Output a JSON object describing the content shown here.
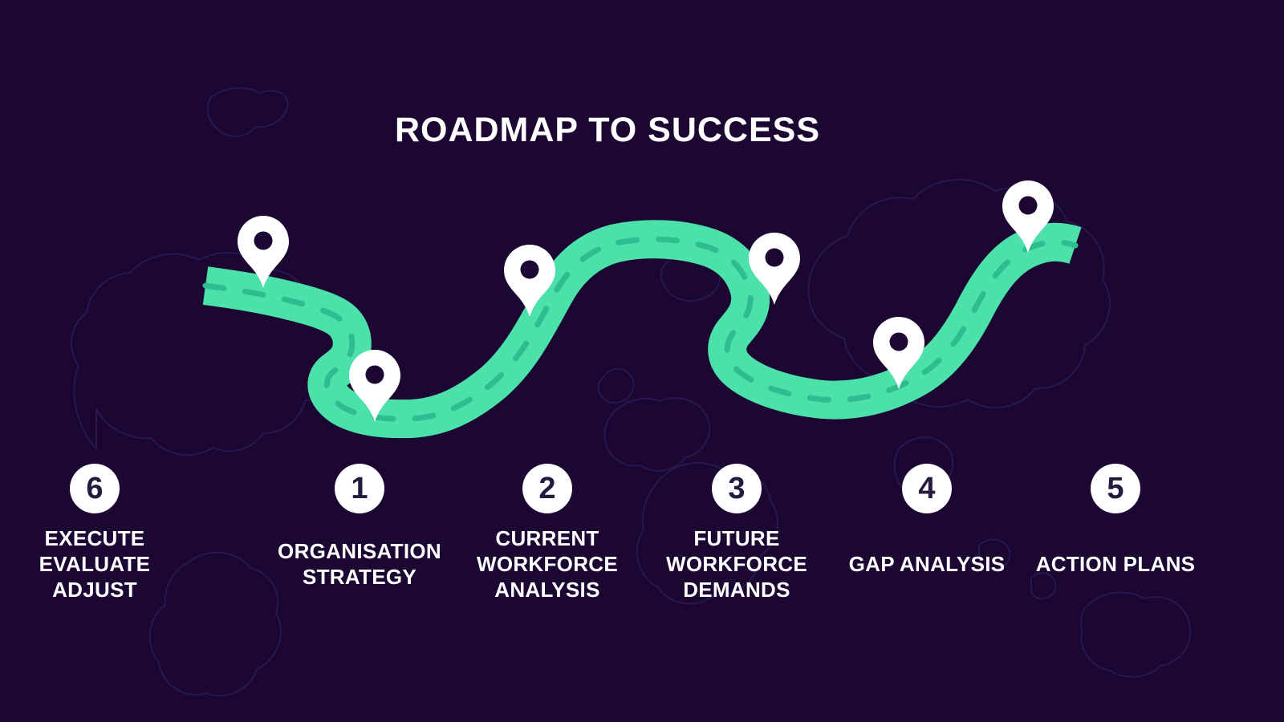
{
  "title": "ROADMAP TO SUCCESS",
  "steps": [
    {
      "number": "1",
      "label": "ORGANISATION\nSTRATEGY"
    },
    {
      "number": "2",
      "label": "CURRENT\nWORKFORCE\nANALYSIS"
    },
    {
      "number": "3",
      "label": "FUTURE\nWORKFORCE\nDEMANDS"
    },
    {
      "number": "4",
      "label": "GAP ANALYSIS"
    },
    {
      "number": "5",
      "label": "ACTION PLANS"
    },
    {
      "number": "6",
      "label": "EXECUTE\nEVALUATE\nADJUST"
    }
  ],
  "icons": {
    "step_marker": "map-pin-icon"
  },
  "colors": {
    "background": "#1c0632",
    "road": "#4CE0AA",
    "road_dash": "#2EBD90",
    "pin": "#ffffff",
    "pin_hole": "#1c0632",
    "title_text": "#ffffff",
    "label_text": "#ffffff",
    "number_badge": "#ffffff",
    "number_text": "#251a40",
    "map_outline": "#352a6e"
  }
}
